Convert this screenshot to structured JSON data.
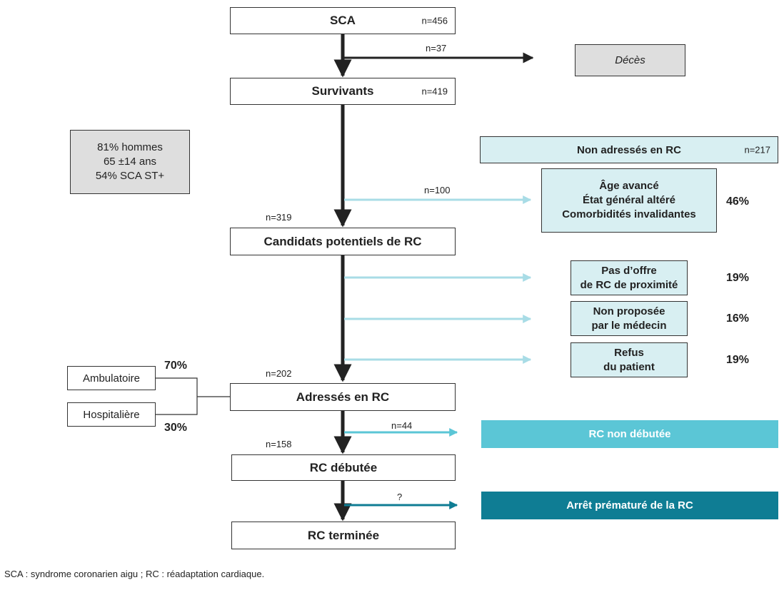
{
  "boxes": {
    "sca": {
      "label": "SCA",
      "n": "n=456"
    },
    "deces": {
      "label": "Décès"
    },
    "survivants": {
      "label": "Survivants",
      "n": "n=419"
    },
    "stats": {
      "lines": [
        "81% hommes",
        "65 ±14 ans",
        "54% SCA ST+"
      ]
    },
    "non_adresses": {
      "label": "Non adressés en RC",
      "n": "n=217"
    },
    "age": {
      "lines": [
        "Âge avancé",
        "État général altéré",
        "Comorbidités invalidantes"
      ],
      "pct": "46%"
    },
    "candidats": {
      "label": "Candidats potentiels de RC"
    },
    "pas_offre": {
      "lines": [
        "Pas d’offre",
        "de RC de proximité"
      ],
      "pct": "19%"
    },
    "non_proposee": {
      "lines": [
        "Non proposée",
        "par le médecin"
      ],
      "pct": "16%"
    },
    "refus": {
      "lines": [
        "Refus",
        "du patient"
      ],
      "pct": "19%"
    },
    "ambulatoire": {
      "label": "Ambulatoire",
      "pct": "70%"
    },
    "hospitaliere": {
      "label": "Hospitalière",
      "pct": "30%"
    },
    "adresses": {
      "label": "Adressés en RC"
    },
    "rc_non_debutee": {
      "label": "RC non débutée"
    },
    "rc_debutee": {
      "label": "RC débutée"
    },
    "arret": {
      "label": "Arrêt prématuré de la RC"
    },
    "rc_terminee": {
      "label": "RC terminée"
    }
  },
  "flow_labels": {
    "deces_n": "n=37",
    "age_n": "n=100",
    "candidats_n": "n=319",
    "adresses_n": "n=202",
    "non_debutee_n": "n=44",
    "debutee_n": "n=158",
    "arret_n": "?"
  },
  "footnote": "SCA : syndrome coronarien aigu ; RC : réadaptation cardiaque.",
  "colors": {
    "main_arrow": "#222222",
    "light_arrow": "#a8dce6",
    "mid_arrow": "#5bc6d6",
    "dark_arrow": "#0f7d94",
    "light_box": "#d8eff2",
    "grey_box": "#dedede"
  }
}
